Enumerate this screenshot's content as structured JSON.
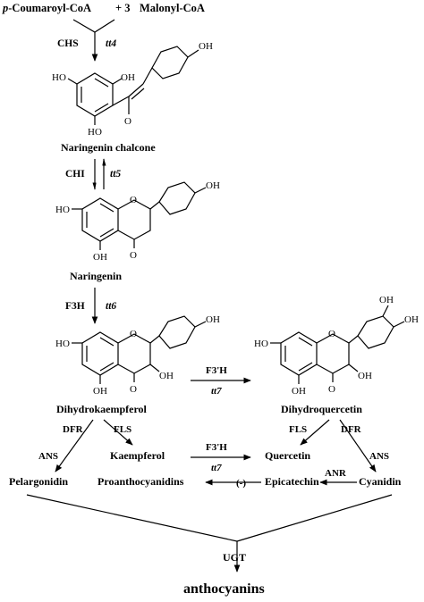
{
  "start": {
    "coumaroyl": "p-Coumaroyl-CoA",
    "plus_three": "+ 3",
    "malonyl": "Malonyl-CoA"
  },
  "enzymes": {
    "chs": "CHS",
    "tt4": "tt4",
    "chi": "CHI",
    "tt5": "tt5",
    "f3h": "F3H",
    "tt6": "tt6",
    "f3ph_1": "F3'H",
    "tt7_1": "tt7",
    "f3ph_2": "F3'H",
    "tt7_2": "tt7",
    "dfr_left": "DFR",
    "fls_left": "FLS",
    "fls_right": "FLS",
    "dfr_right": "DFR",
    "ans_left": "ANS",
    "ans_right": "ANS",
    "anr": "ANR",
    "ugt": "UGT"
  },
  "compounds": {
    "naringenin_chalcone": "Naringenin chalcone",
    "naringenin": "Naringenin",
    "dihydrokaempferol": "Dihydrokaempferol",
    "dihydroquercetin": "Dihydroquercetin",
    "kaempferol": "Kaempferol",
    "quercetin": "Quercetin",
    "pelargonidin": "Pelargonidin",
    "cyanidin": "Cyanidin",
    "epicatechin": "Epicatechin",
    "proanthocyanidins": "Proanthocyanidins",
    "polymer_mark": "(-)",
    "anthocyanins": "anthocyanins"
  },
  "atoms": {
    "ho": "HO",
    "oh": "OH",
    "o": "O"
  }
}
